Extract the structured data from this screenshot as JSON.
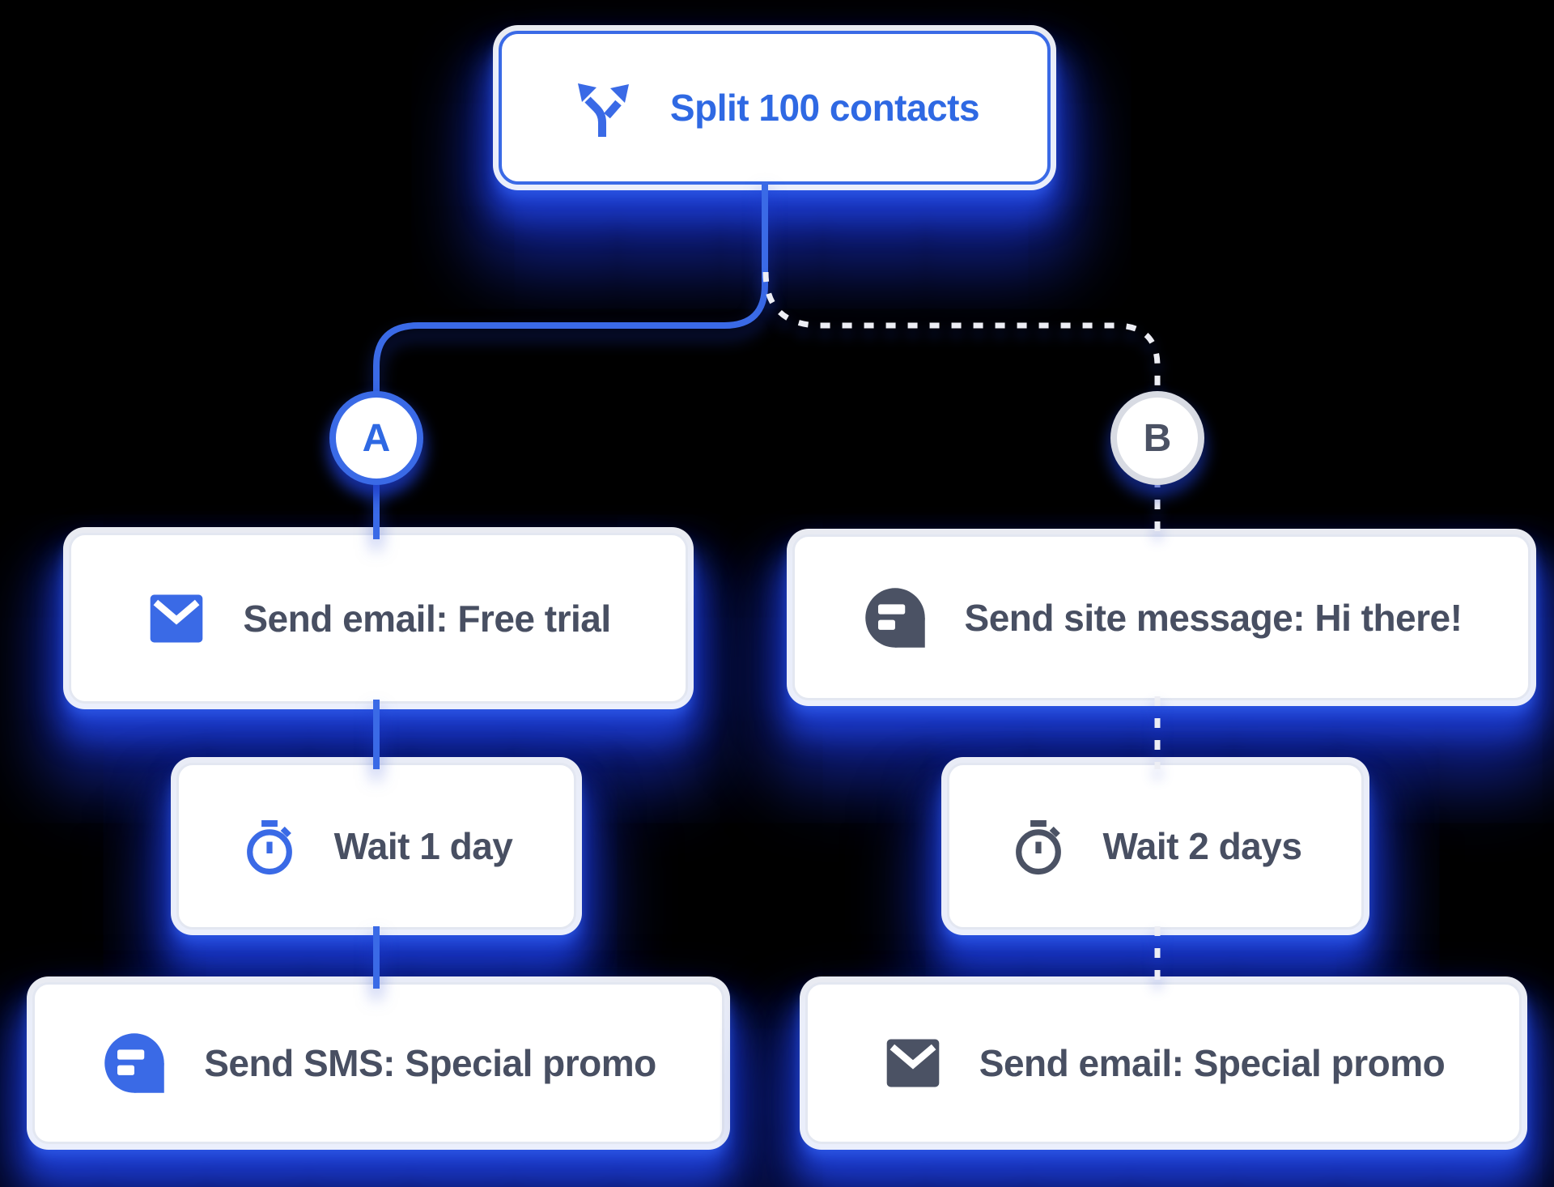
{
  "diagram": {
    "split": {
      "label": "Split 100 contacts",
      "icon": "split-arrows-icon"
    },
    "branches": [
      {
        "letter": "A",
        "line_style": "solid",
        "steps": [
          {
            "label": "Send email: Free trial",
            "icon": "email-icon",
            "icon_style": "blue"
          },
          {
            "label": "Wait 1 day",
            "icon": "timer-icon",
            "icon_style": "blue"
          },
          {
            "label": "Send SMS: Special promo",
            "icon": "chat-bubble-icon",
            "icon_style": "blue"
          }
        ]
      },
      {
        "letter": "B",
        "line_style": "dashed",
        "steps": [
          {
            "label": "Send site message: Hi there!",
            "icon": "chat-bubble-icon",
            "icon_style": "dark"
          },
          {
            "label": "Wait 2 days",
            "icon": "timer-icon",
            "icon_style": "dark"
          },
          {
            "label": "Send email: Special promo",
            "icon": "email-icon",
            "icon_style": "dark"
          }
        ]
      }
    ]
  },
  "colors": {
    "accent-blue": "#3a6ae6",
    "title-blue": "#2f69e3",
    "text-dark": "#484f62",
    "icon-dark": "#4b5264",
    "dash-color": "#edeef4",
    "circle-b-border": "#d8dbe3",
    "background": "#000000"
  }
}
